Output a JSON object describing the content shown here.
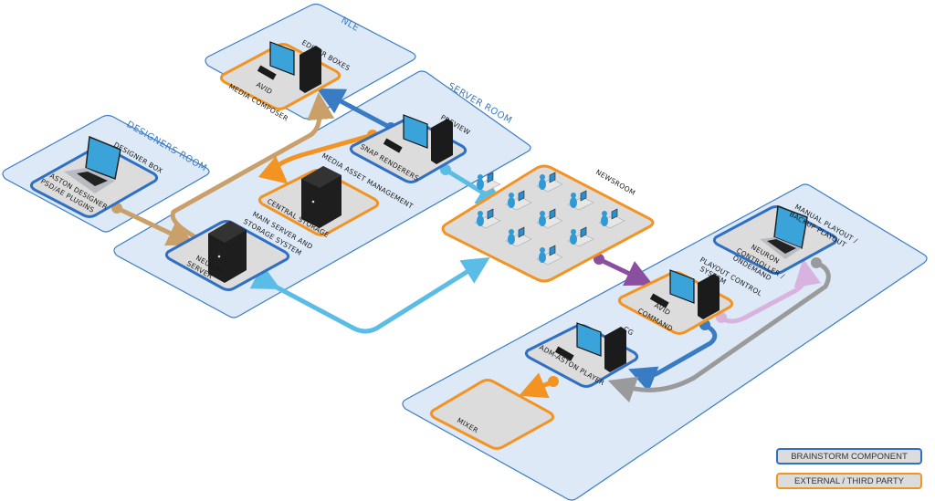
{
  "rooms": {
    "nle": "NLE",
    "server_room": "SERVER ROOM",
    "designers_room": "DESIGNERS ROOM"
  },
  "components": {
    "editor_boxes": {
      "caption": "EDITOR BOXES",
      "label_1": "AVID",
      "label_2": "MEDIA COMPOSER",
      "type": "external"
    },
    "preview": {
      "caption": "PREVIEW",
      "label_1": "SNAP RENDERERS",
      "type": "brainstorm"
    },
    "designer_box": {
      "caption": "DESIGNER BOX",
      "label_1": "ASTON DESIGNER",
      "label_2": "PSD/AE PLUGINS",
      "type": "brainstorm"
    },
    "media_asset": {
      "caption": "MEDIA ASSET MANAGEMENT",
      "label_1": "CENTRAL STORAGE",
      "type": "external"
    },
    "main_server": {
      "caption_1": "MAIN SERVER AND",
      "caption_2": "STORAGE SYSTEM",
      "label_1": "NEURON",
      "label_2": "SERVER",
      "type": "brainstorm"
    },
    "newsroom": {
      "caption": "NEWSROOM",
      "type": "external"
    },
    "manual_playout": {
      "caption_1": "MANUAL PLAYOUT /",
      "caption_2": "BACKUP PLAYOUT",
      "label_1": "NEURON",
      "label_2": "CONTROLLER /",
      "label_3": "ONDEMAND",
      "type": "brainstorm"
    },
    "playout_control": {
      "caption_1": "PLAYOUT CONTROL",
      "caption_2": "SYSTEM",
      "label_1": "AVID",
      "label_2": "COMMAND",
      "type": "external"
    },
    "cg": {
      "caption": "CG",
      "label_1": "ADM-ASTON PLAYER",
      "type": "brainstorm"
    },
    "mixer": {
      "label_1": "MIXER",
      "type": "external"
    }
  },
  "legend": {
    "brainstorm": "BRAINSTORM COMPONENT",
    "external": "EXTERNAL / THIRD PARTY"
  },
  "colors": {
    "brainstorm": "#2f6fc4",
    "external": "#f29322",
    "room_fill": "#dde9f6",
    "link_tan": "#c9a06a",
    "link_sky": "#5bbde6",
    "link_purple": "#8a4fa0",
    "link_lilac": "#d9b3e0",
    "link_gray": "#9a9a9a",
    "link_blue": "#3a7cc4"
  }
}
